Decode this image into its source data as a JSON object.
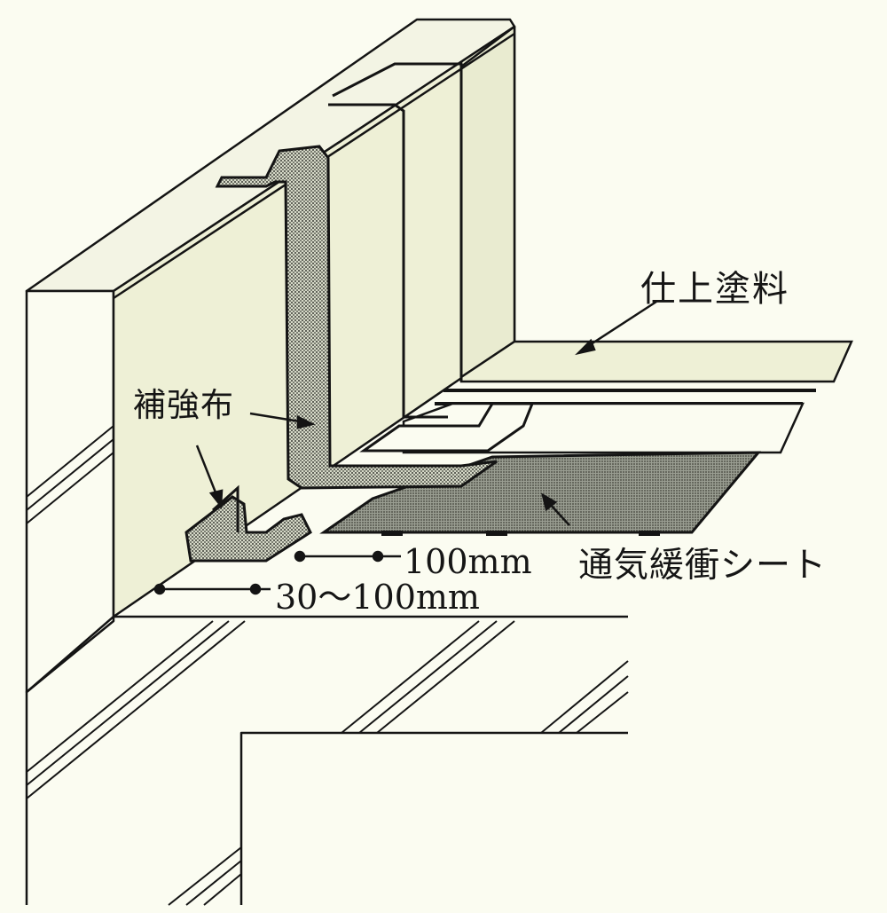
{
  "labels": {
    "finish_coating": "仕上塗料",
    "reinforcing_cloth": "補強布",
    "ventilation_sheet": "通気緩衝シート",
    "dimension_sheet_overlap": "100mm",
    "dimension_cloth_range": "30～100mm"
  },
  "colors": {
    "background": "#fbfcf1",
    "line": "#141414",
    "wall_face": "#eef0d6",
    "sheet_fill": "#8f9489",
    "cloth_fill": "#b9bdb0"
  }
}
